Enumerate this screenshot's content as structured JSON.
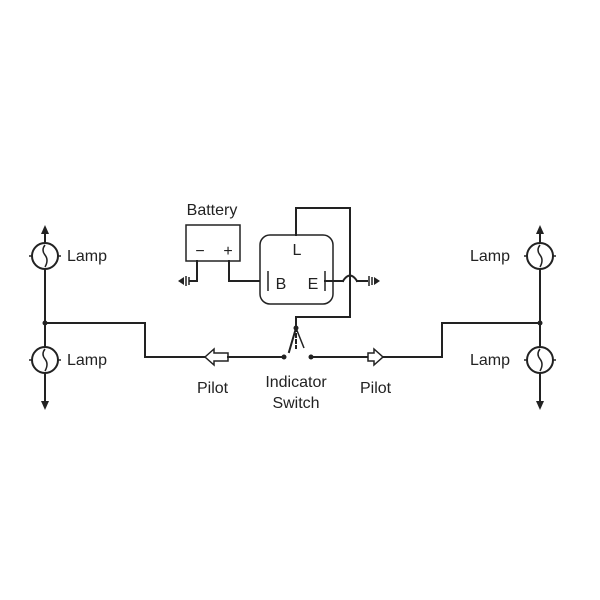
{
  "labels": {
    "battery": "Battery",
    "battery_minus": "−",
    "battery_plus": "+",
    "lamp_top_left": "Lamp",
    "lamp_bottom_left": "Lamp",
    "lamp_top_right": "Lamp",
    "lamp_bottom_right": "Lamp",
    "relay_l": "L",
    "relay_b": "B",
    "relay_e": "E",
    "pilot_left": "Pilot",
    "pilot_right": "Pilot",
    "switch_line1": "Indicator",
    "switch_line2": "Switch"
  },
  "colors": {
    "line": "#222222",
    "background": "#ffffff"
  }
}
